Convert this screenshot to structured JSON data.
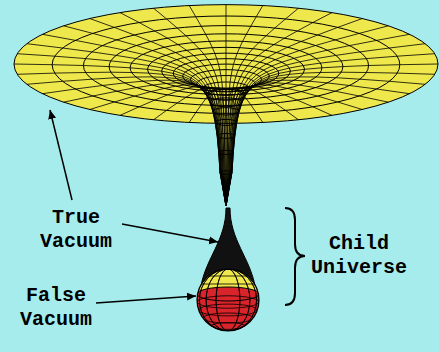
{
  "diagram": {
    "labels": [
      "True Vacuum",
      "False Vacuum",
      "Child Universe"
    ]
  }
}
